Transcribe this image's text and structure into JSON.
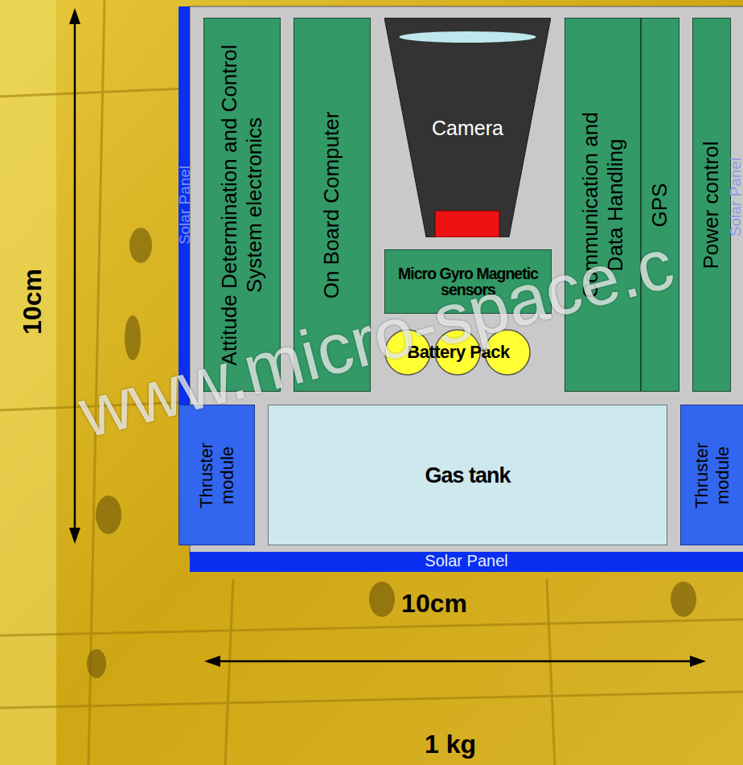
{
  "diagram": {
    "nodes": [
      {
        "text": [
          "Attitude Determination and Control System electronics"
        ]
      },
      {
        "text": [
          "On Board Computer"
        ]
      },
      {
        "text": [
          "Camera"
        ]
      },
      {
        "text": [
          "Micro Gyro Magnetic sensors"
        ]
      },
      {
        "text": [
          "Battery Pack"
        ]
      },
      {
        "text": [
          "Communication and Data Handling"
        ]
      },
      {
        "text": [
          "GPS"
        ]
      },
      {
        "text": [
          "Power control"
        ]
      },
      {
        "text": [
          "Thruster module"
        ]
      },
      {
        "text": [
          "Gas tank"
        ]
      },
      {
        "text": [
          "Thruster module"
        ]
      }
    ],
    "labels": [
      "Solar Panel",
      "Solar Panel",
      "Solar Panel",
      "10cm",
      "10cm",
      "1 kg",
      "www.micro-space.c"
    ]
  }
}
